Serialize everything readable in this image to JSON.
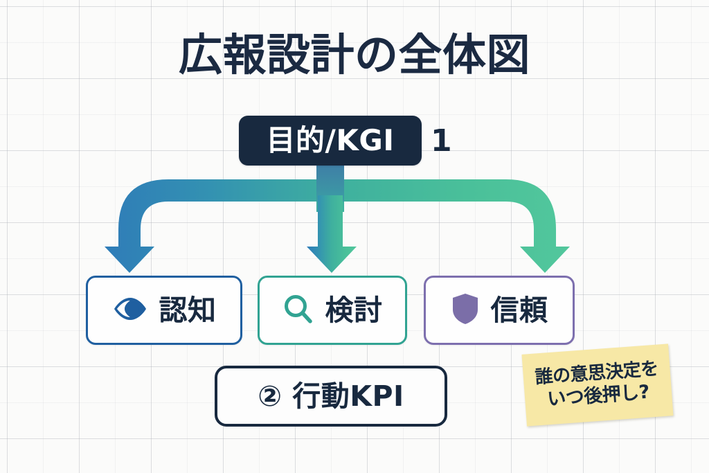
{
  "page": {
    "title": "広報設計の全体図",
    "background_color": "#fbfbfa",
    "grid_color": "#a8acb4"
  },
  "root_node": {
    "label": "目的/KGI",
    "badge": "1",
    "fill_color": "#18293f",
    "text_color": "#ffffff"
  },
  "connector": {
    "gradient_from": "#2f7cb8",
    "gradient_mid": "#3da7a8",
    "gradient_to": "#4ec49a",
    "branch_count": 3
  },
  "stages": [
    {
      "label": "認知",
      "icon": "eye-icon",
      "color": "#1f5fa0",
      "arrow_color": "#2f7cb8"
    },
    {
      "label": "検討",
      "icon": "search-icon",
      "color": "#31a392",
      "arrow_color": "#46b9a0"
    },
    {
      "label": "信頼",
      "icon": "shield-icon",
      "color": "#7d6fae",
      "icon_fill": "#7b6ea8",
      "arrow_color": "#4ec49a"
    }
  ],
  "kpi_box": {
    "label": "② 行動KPI",
    "border_color": "#18293f",
    "text_color": "#18293f"
  },
  "sticky_note": {
    "line1": "誰の意思決定を",
    "line2": "いつ後押し?",
    "fill_color": "#f7e8a6",
    "text_color": "#18293f"
  }
}
